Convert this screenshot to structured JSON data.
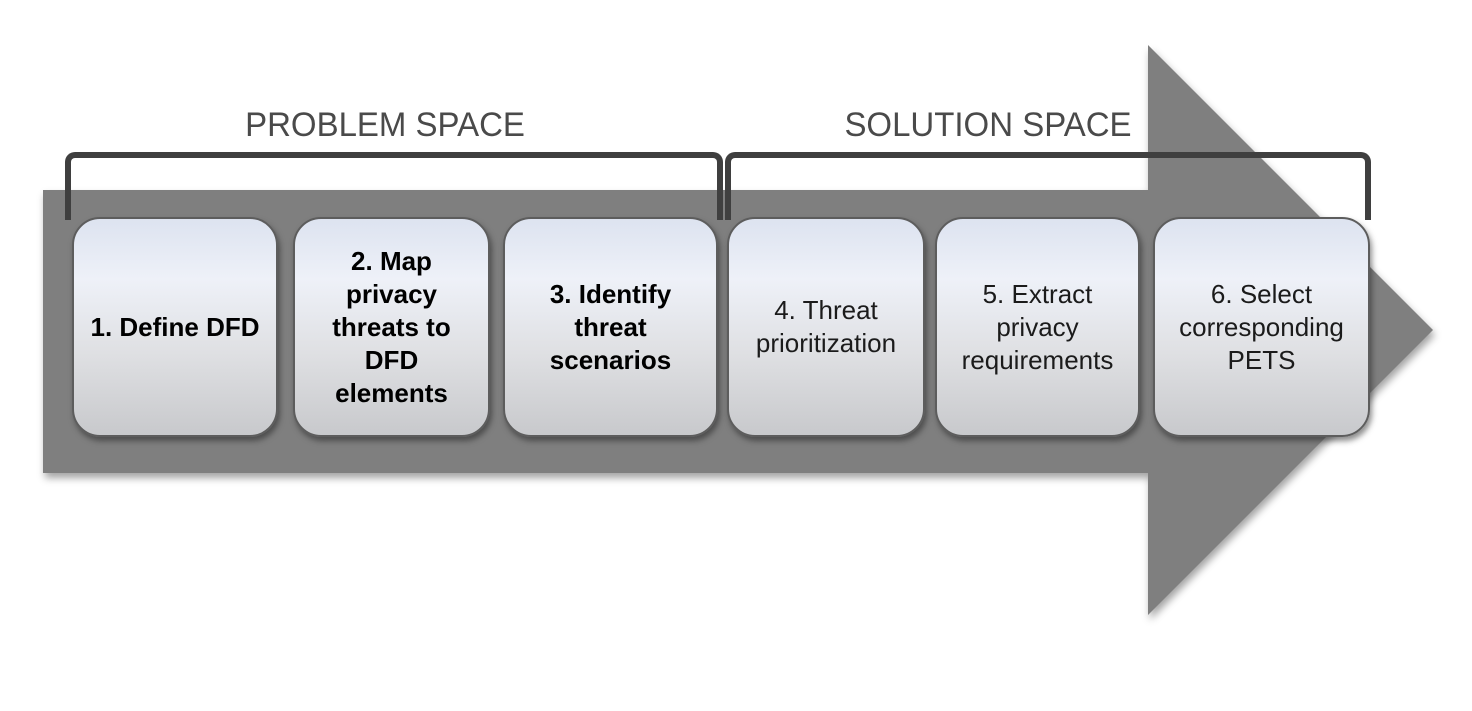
{
  "problem_space": {
    "label": "PROBLEM SPACE"
  },
  "solution_space": {
    "label": "SOLUTION SPACE"
  },
  "steps": [
    {
      "label": "1. Define DFD",
      "space": "problem"
    },
    {
      "label": "2. Map privacy threats to DFD elements",
      "space": "problem"
    },
    {
      "label": "3. Identify threat scenarios",
      "space": "problem"
    },
    {
      "label": "4. Threat prioritization",
      "space": "solution"
    },
    {
      "label": "5. Extract privacy requirements",
      "space": "solution"
    },
    {
      "label": "6. Select corresponding PETS",
      "space": "solution"
    }
  ],
  "colors": {
    "arrow": "#7f7f7f",
    "bracket": "#3f3f3f",
    "space_label_text": "#4a4a4a",
    "box_border": "#5d5d5d",
    "box_text": "#000000"
  }
}
